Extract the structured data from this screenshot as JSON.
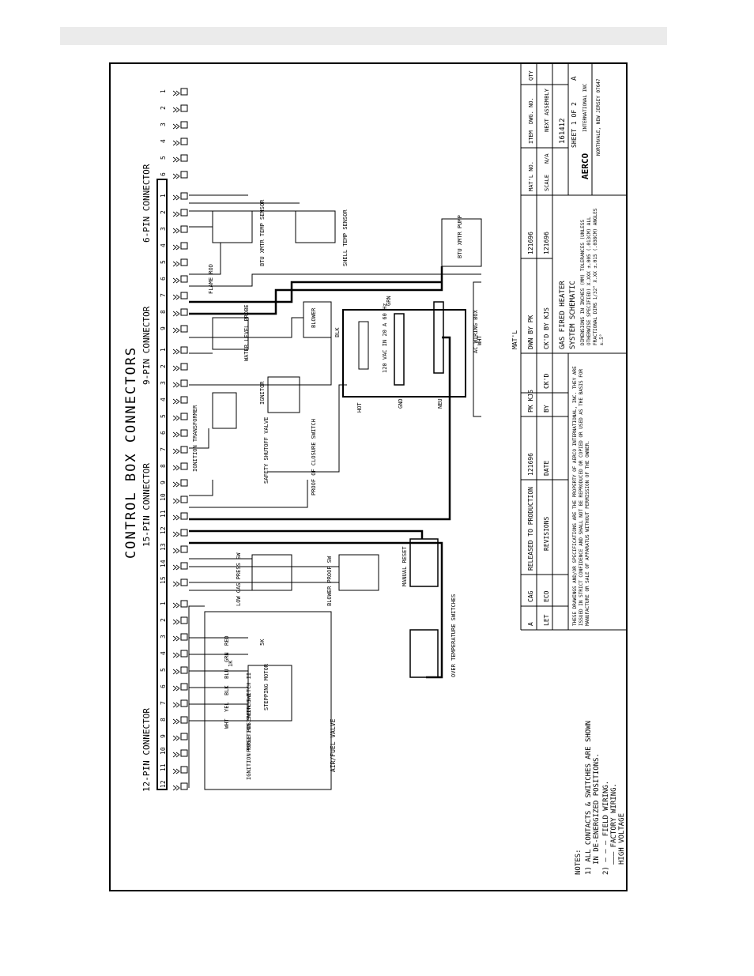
{
  "title": "CONTROL BOX CONNECTORS",
  "connectors": [
    {
      "id": "c12",
      "label": "12-PIN CONNECTOR",
      "pins": [
        "12",
        "11",
        "10",
        "9",
        "8",
        "7",
        "6",
        "5",
        "4",
        "3",
        "2",
        "1"
      ]
    },
    {
      "id": "c15",
      "label": "15-PIN CONNECTOR",
      "pins": [
        "15",
        "14",
        "13",
        "12",
        "11",
        "10",
        "9",
        "8",
        "7",
        "6",
        "5",
        "4",
        "3",
        "2",
        "1"
      ]
    },
    {
      "id": "c9",
      "label": "9-PIN CONNECTOR",
      "pins": [
        "9",
        "8",
        "7",
        "6",
        "5",
        "4",
        "3",
        "2",
        "1"
      ]
    },
    {
      "id": "c6",
      "label": "6-PIN CONNECTOR",
      "pins": [
        "6",
        "5",
        "4",
        "3",
        "2",
        "1"
      ]
    }
  ],
  "components": {
    "air_fuel_valve": "AIR/FUEL VALVE",
    "stepping_motor": "STEPPING MOTOR",
    "ignition_switch": "IGNITION POSITION SWITCH I",
    "purge_switch": "PURGE POSITION SWITCH II",
    "wire_colors": [
      "RED",
      "GRN",
      "BLU",
      "BLK",
      "YEL",
      "WHT"
    ],
    "pot_1k": "1K",
    "pot_5k": "5K",
    "low_gas": "LOW GAS PRESS SW",
    "blower_proof": "BLOWER PROOF SW",
    "manual_reset": "MANUAL RESET",
    "over_temp": "OVER TEMPERATURE SWITCHES",
    "proof_closure": "PROOF OF CLOSURE SWITCH",
    "safety_shutoff": "SAFETY SHUTOFF VALVE",
    "ignition_transformer": "IGNITION TRANSFORMER",
    "ignitor": "IGNITOR",
    "water_level": "WATER LEVEL PROBE",
    "flame_rod": "FLAME ROD",
    "ac_wiring_box": "AC WIRING BOX",
    "ac_in": "120 VAC IN 20 A 60 Hz",
    "blower": "BLOWER",
    "btu_pump": "BTU XMTR PUMP",
    "btu_sensor": "BTU XMTR TEMP SENSOR",
    "shell_sensor": "SHELL TEMP SENSOR",
    "hot": "HOT",
    "neu": "NEU",
    "gnd": "GND",
    "grn": "GRN",
    "blk": "BLK",
    "wht": "WHT"
  },
  "notes": {
    "header": "NOTES:",
    "n1a": "1) ALL CONTACTS & SWITCHES ARE SHOWN",
    "n1b": "IN DE-ENERGIZED POSITIONS.",
    "n2a": "2) — — — FIELD WIRING.",
    "n2b": "——— FACTORY WIRING.",
    "n2c": "HIGH VOLTAGE"
  },
  "title_block": {
    "matl": "MAT'L",
    "dwn_by": "DWN BY PK",
    "ckd_by": "CK'D BY KJS",
    "drawing_no1": "121696",
    "drawing_no2": "121696",
    "title1": "GAS FIRED HEATER",
    "title2": "SYSTEM SCHEMATIC",
    "rev_letter": "A",
    "rev_by": "CAG",
    "rev_desc": "RELEASED TO PRODUCTION",
    "rev_eco": "121696",
    "rev_ckd": "PK KJS",
    "hdr_let": "LET",
    "hdr_eco": "ECO",
    "hdr_revisions": "REVISIONS",
    "hdr_date": "DATE",
    "hdr_by": "BY",
    "hdr_ckd": "CK'D",
    "col_item": "ITEM",
    "col_dwg": "DWG. NO.",
    "col_qty": "QTY",
    "col_matl_no": "MAT'L NO.",
    "col_scale": "SCALE",
    "scale_val": "N/A",
    "next_assy": "NEXT ASSEMBLY",
    "part_no": "161412",
    "sheet": "SHEET 1 OF 2",
    "size": "A",
    "company": "AERCO",
    "company_full": "INTERNATIONAL INC",
    "company_addr": "NORTHVALE, NEW JERSEY 07647",
    "proprietary": "THESE DRAWINGS AND/OR SPECIFICATIONS ARE THE PROPERTY OF AERCO INTERNATIONAL, INC. THEY ARE ISSUED IN STRICT CONFIDENCE AND SHALL NOT BE REPRODUCED OR COPIED OR USED AS THE BASIS FOR MANUFACTURE OR SALE OF APPARATUS WITHOUT PERMISSION OF THE OWNER.",
    "tolerances": "DIMENSIONS IN INCHES (MM) TOLERANCES (UNLESS OTHERWISE SPECIFIED) X.XXX ±.005 (.013CM) ALL FRACTIONAL DIMS 1/32\" X.XX ±.015 (.038CM) ANGLES ±.5°"
  }
}
